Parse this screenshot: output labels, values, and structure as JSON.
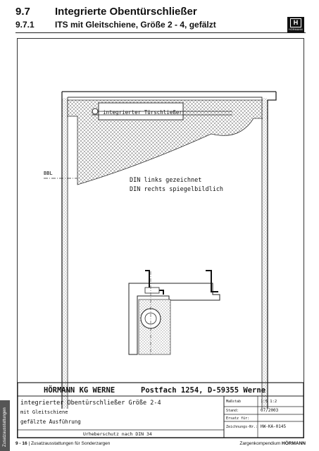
{
  "header": {
    "section_number": "9.7",
    "section_title": "Integrierte Obentürschließer",
    "subsection_number": "9.7.1",
    "subsection_title": "ITS mit Gleitschiene, Größe 2 - 4, gefälzt",
    "logo_letter": "H",
    "logo_brand": "HÖRMANN"
  },
  "drawing": {
    "label_closer": "integrierter Türschließer",
    "label_bbl": "BBL",
    "note_line1": "DIN links gezeichnet",
    "note_line2": "DIN rechts spiegelbildlich"
  },
  "title_block": {
    "company": "HÖRMANN KG WERNE",
    "address": "Postfach 1254, D-59355 Werne",
    "title_line1": "integrierter Obentürschließer Größe 2-4",
    "title_line2": "mit Gleitschiene",
    "title_line3": "gefälzte Ausführung",
    "copyright": "Urheberschutz nach DIN 34",
    "fields": [
      {
        "label": "Maßstab",
        "value": "1:5   1:2"
      },
      {
        "label": "Stand:",
        "value": "07/2003"
      },
      {
        "label": "Ersatz für:",
        "value": ""
      },
      {
        "label": "Zeichnungs-Nr.:",
        "value": "HW-KA-0145"
      }
    ]
  },
  "side_tab": {
    "label": "Zusatzausstattungen"
  },
  "footer": {
    "page": "9 - 16",
    "separator": "|",
    "section": "Zusatzausstattungen für Sonderzargen",
    "publication": "Zargenkompendium",
    "brand": "HÖRMANN"
  }
}
